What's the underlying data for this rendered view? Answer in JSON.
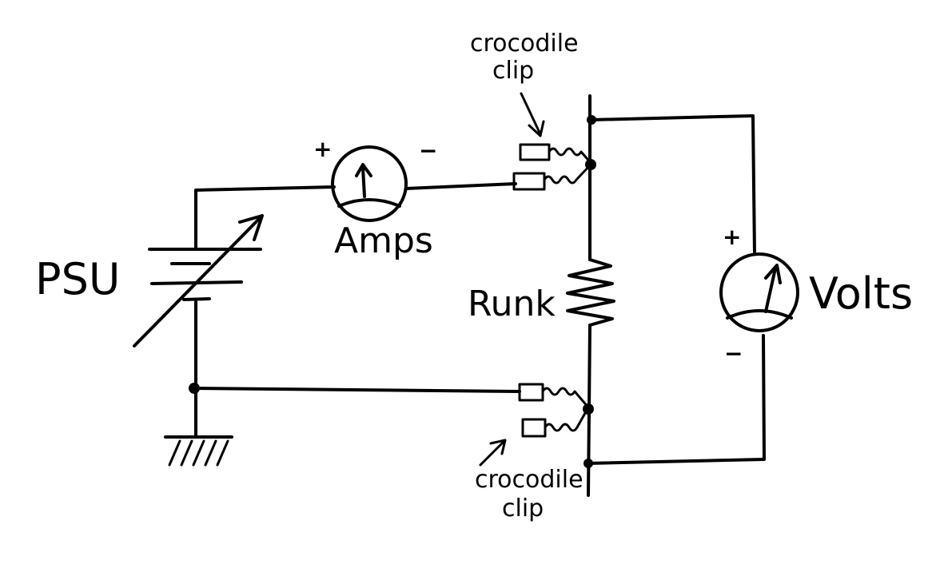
{
  "labels": {
    "psu": "PSU",
    "amps": "Amps",
    "volts": "Volts",
    "resistor": "Runk",
    "clip_top_line1": "crocodile",
    "clip_top_line2": "clip",
    "clip_bottom_line1": "crocodile",
    "clip_bottom_line2": "clip",
    "amp_plus": "+",
    "amp_minus": "−",
    "volt_plus": "+",
    "volt_minus": "−"
  },
  "colors": {
    "ink": "#000000",
    "paper": "#ffffff"
  }
}
